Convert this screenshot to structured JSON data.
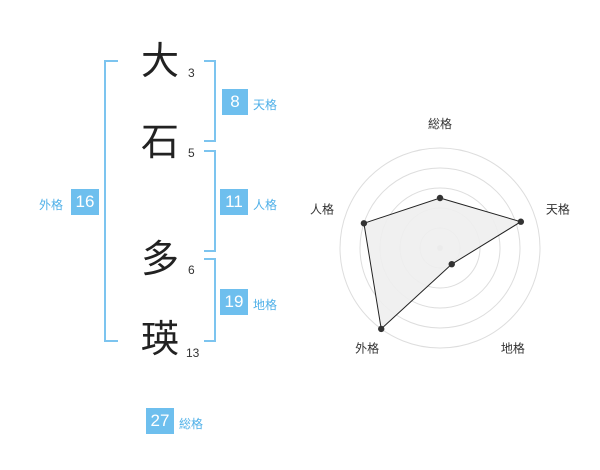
{
  "name": {
    "characters": [
      {
        "char": "大",
        "strokes": "3"
      },
      {
        "char": "石",
        "strokes": "5"
      },
      {
        "char": "多",
        "strokes": "6"
      },
      {
        "char": "瑛",
        "strokes": "13"
      }
    ]
  },
  "kakusu": {
    "tenkaku": {
      "label": "天格",
      "value": "8"
    },
    "jinkaku": {
      "label": "人格",
      "value": "11"
    },
    "chikaku": {
      "label": "地格",
      "value": "19"
    },
    "gaikaku": {
      "label": "外格",
      "value": "16"
    },
    "soukaku": {
      "label": "総格",
      "value": "27"
    }
  },
  "chart_data": {
    "type": "radar",
    "axes": [
      "総格",
      "天格",
      "地格",
      "外格",
      "人格"
    ],
    "values": [
      0.5,
      0.85,
      0.2,
      1.0,
      0.8
    ],
    "rings": 5,
    "fill_color": "#eeeeee",
    "line_color": "#222222",
    "ring_color": "#dddddd"
  }
}
